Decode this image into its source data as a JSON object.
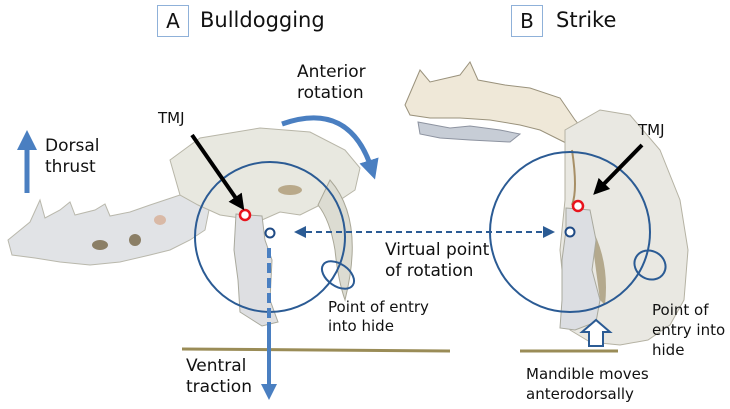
{
  "panels": {
    "a": {
      "letter": "A",
      "title": "Bulldogging"
    },
    "b": {
      "letter": "B",
      "title": "Strike"
    }
  },
  "labels": {
    "dorsal_thrust": [
      "Dorsal",
      "thrust"
    ],
    "anterior_rotation": [
      "Anterior",
      "rotation"
    ],
    "tmj_a": "TMJ",
    "tmj_b": "TMJ",
    "virtual_point": [
      "Virtual point",
      "of rotation"
    ],
    "entry_a": [
      "Point of entry",
      "into hide"
    ],
    "entry_b": [
      "Point of",
      "entry into",
      "hide"
    ],
    "ventral_traction": [
      "Ventral",
      "traction"
    ],
    "mandible_moves": [
      "Mandible moves",
      "anterodorsally"
    ]
  },
  "colors": {
    "arrow_blue": "#4a7fc1",
    "circle_navy": "#2b5b94",
    "tmj_red": "#e8141c",
    "ground_olive": "#9a8c57",
    "bone": "#e6e6df",
    "bone_shadow": "#c9c7bb",
    "panel_border": "#8fb1d9"
  }
}
